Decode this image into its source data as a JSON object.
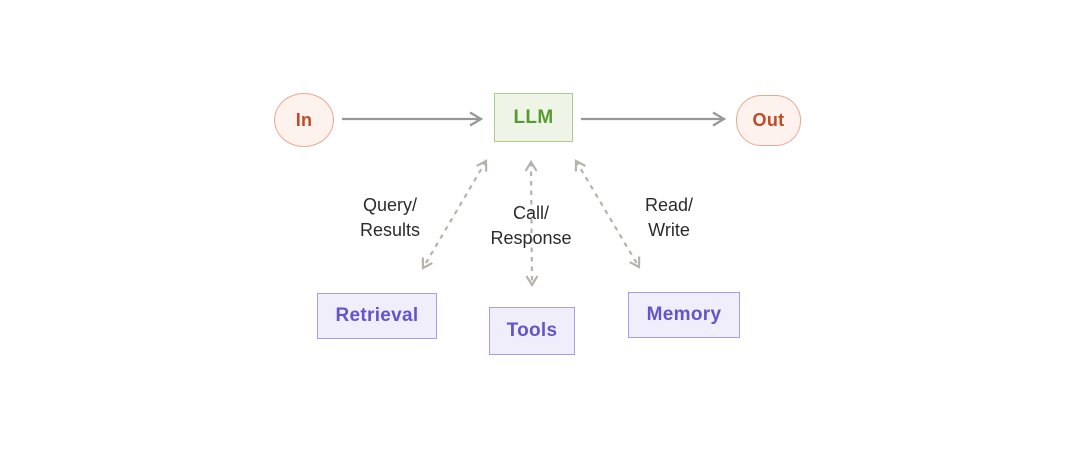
{
  "nodes": {
    "in": "In",
    "llm": "LLM",
    "out": "Out",
    "retrieval": "Retrieval",
    "tools": "Tools",
    "memory": "Memory"
  },
  "edge_labels": {
    "retrieval": [
      "Query/",
      "Results"
    ],
    "tools": [
      "Call/",
      "Response"
    ],
    "memory": [
      "Read/",
      "Write"
    ]
  },
  "colors": {
    "background": "#ffffff",
    "io_fill": "#fdf2ed",
    "io_border": "#eaa893",
    "io_text": "#bf4b27",
    "llm_fill": "#eef5e7",
    "llm_border": "#a9cf90",
    "llm_text": "#569a33",
    "module_fill": "#efeefa",
    "module_border": "#a89de0",
    "module_text": "#6355c9",
    "solid_arrow": "#979797",
    "dashed_arrow": "#b5b3ab",
    "edge_label_text": "#2b2b2b"
  }
}
